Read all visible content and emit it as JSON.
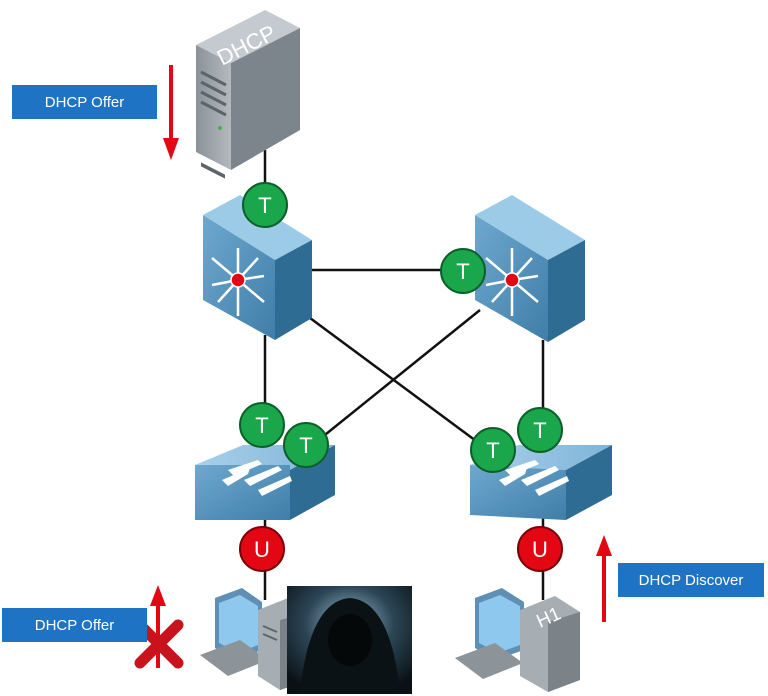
{
  "server": {
    "label": "DHCP"
  },
  "host": {
    "label": "H1"
  },
  "callouts": {
    "offer_top": "DHCP Offer",
    "offer_bottom": "DHCP Offer",
    "discover": "DHCP Discover"
  },
  "port_labels": {
    "trusted": "T",
    "untrusted": "U"
  },
  "colors": {
    "trusted": "#1aa64b",
    "untrusted": "#e30613",
    "arrow": "#e30613",
    "callout": "#1f73c4",
    "device_blue": "#4e8fb8"
  },
  "icons": {
    "server": "dhcp-server-icon",
    "multilayer_switch": "multilayer-switch-icon",
    "access_switch": "access-switch-icon",
    "pc": "pc-icon",
    "attacker": "hooded-attacker-icon",
    "blocked": "red-x-icon"
  }
}
